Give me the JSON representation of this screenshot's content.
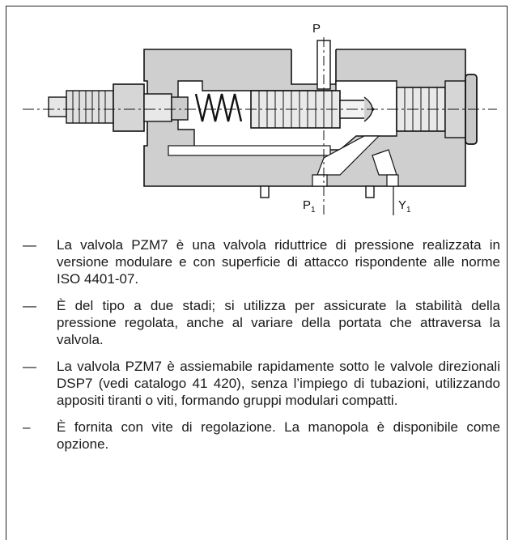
{
  "diagram": {
    "labels": {
      "p": "P",
      "p1_main": "P",
      "p1_sub": "1",
      "y1_main": "Y",
      "y1_sub": "1"
    }
  },
  "bullets": [
    {
      "marker": "—",
      "text": "La valvola PZM7 è una valvola riduttrice di pressione realizzata in versione modulare e con superficie di attacco rispondente alle norme ISO 4401-07."
    },
    {
      "marker": "—",
      "text": "È del tipo a due stadi; si utilizza per assicurate la stabilità della pressione regolata, anche al variare della portata che attraversa la valvola."
    },
    {
      "marker": "—",
      "text": "La valvola PZM7 è assiemabile rapidamente sotto le valvole direzionali DSP7 (vedi catalogo 41 420), senza l’impiego di tubazioni, utilizzando appositi tiranti o viti, formando gruppi modulari compatti."
    },
    {
      "marker": "–",
      "text": "È fornita con vite di regolazione. La manopola è disponibile come opzione."
    }
  ]
}
